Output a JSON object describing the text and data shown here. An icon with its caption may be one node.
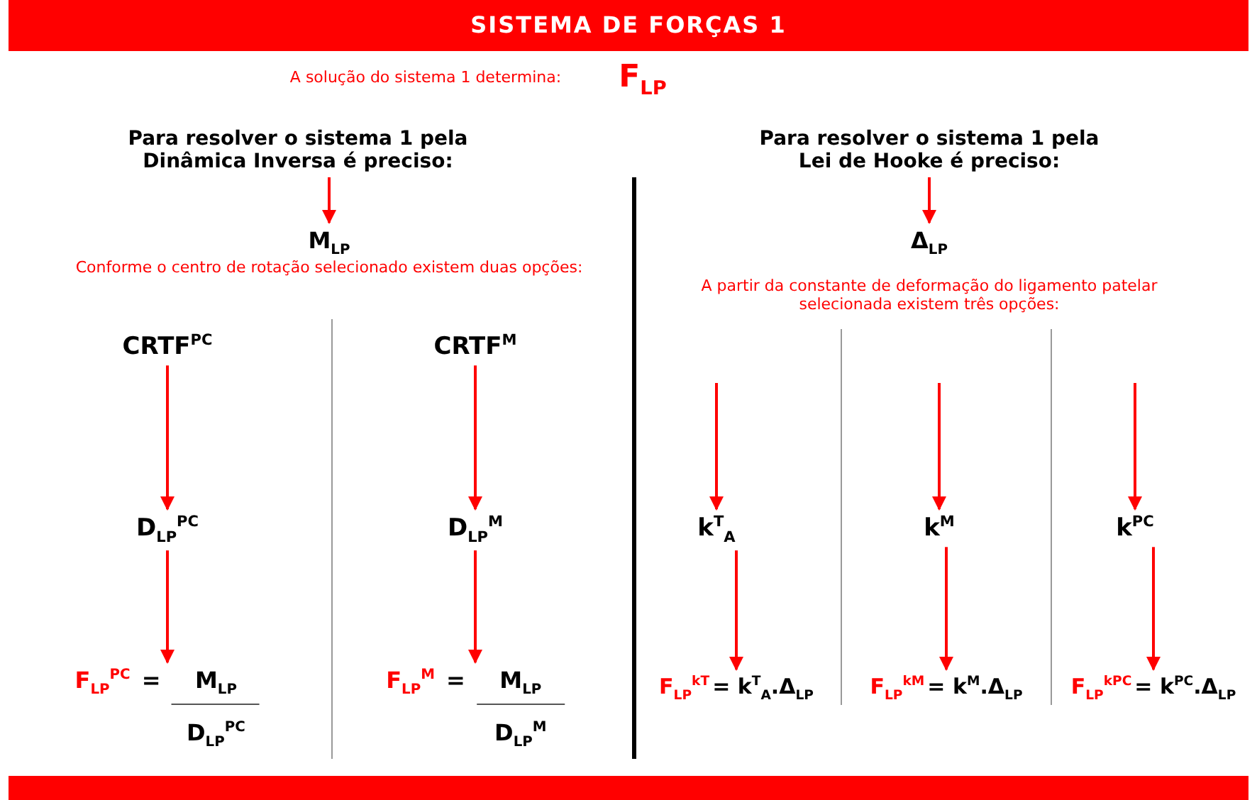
{
  "diagram": {
    "title": "SISTEMA DE FORÇAS 1",
    "nodes": [
      {
        "text": [
          "Para resolver o sistema 1 pela **Dinâmica Inversa** é preciso:"
        ]
      },
      {
        "text": [
          "M$_{LP}$"
        ]
      },
      {
        "text": [
          "CRTF$^{PC}$"
        ]
      },
      {
        "text": [
          "D$_{LP}$$^{PC}$"
        ]
      },
      {
        "text": [
          "F$_{LP}$$^{PC}$",
          "=",
          "M$_{LP}$",
          "D$_{LP}$$^{PC}$"
        ]
      },
      {
        "text": [
          "CRTF$^{M}$"
        ]
      },
      {
        "text": [
          "D$_{LP}$$^{M}$"
        ]
      },
      {
        "text": [
          "F$_{LP}$$^{M}$",
          "=",
          "M$_{LP}$",
          "D$_{LP}$$^{M}$"
        ]
      },
      {
        "text": [
          "Para resolver o sistema 1 pela **Lei de Hooke** é preciso:"
        ]
      },
      {
        "text": [
          "Δ$_{LP}$"
        ]
      },
      {
        "text": [
          "k$^{T}$$_{A}$"
        ]
      },
      {
        "text": [
          "F$_{LP}$$^{kT}$",
          "= k$^{T}$$_{A}$.Δ$_{LP}$"
        ]
      },
      {
        "text": [
          "k$^{M}$"
        ]
      },
      {
        "text": [
          "F$_{LP}$$^{kM}$",
          "= k$^{M}$.Δ$_{LP}$"
        ]
      },
      {
        "text": [
          "k$^{PC}$"
        ]
      },
      {
        "text": [
          "F$_{LP}$$^{kPC}$",
          "= k$^{PC}$.Δ$_{LP}$"
        ]
      }
    ],
    "edges": [
      {
        "from": 0,
        "to": 1,
        "arrow": "to"
      },
      {
        "from": 2,
        "to": 3,
        "arrow": "to"
      },
      {
        "from": 3,
        "to": 4,
        "arrow": "to"
      },
      {
        "from": 5,
        "to": 6,
        "arrow": "to"
      },
      {
        "from": 6,
        "to": 7,
        "arrow": "to"
      },
      {
        "from": 8,
        "to": 9,
        "arrow": "to"
      },
      {
        "from": null,
        "to": 10,
        "arrow": "to"
      },
      {
        "from": 10,
        "to": 11,
        "arrow": "to"
      },
      {
        "from": null,
        "to": 12,
        "arrow": "to"
      },
      {
        "from": 12,
        "to": 13,
        "arrow": "to"
      },
      {
        "from": null,
        "to": 14,
        "arrow": "to"
      },
      {
        "from": 14,
        "to": 15,
        "arrow": "to"
      }
    ],
    "labels": [
      "A solução do sistema 1 determina:",
      "F$_{LP}$",
      "Conforme o centro de rotação selecionado existem duas opções:",
      "A partir da constante de deformação do ligamento patelar selecionada existem três opções:"
    ]
  }
}
